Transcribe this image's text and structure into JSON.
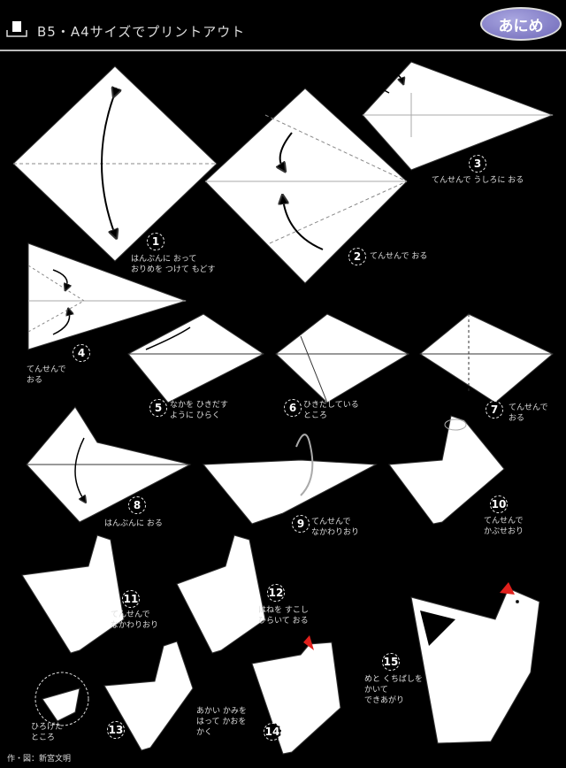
{
  "header": {
    "title": "B5・A4サイズでプリントアウト",
    "anime_button": "あにめ"
  },
  "steps": [
    {
      "n": "1",
      "caption": "はんぶんに おって\nおりめを つけて もどす"
    },
    {
      "n": "2",
      "caption": "てんせんで おる"
    },
    {
      "n": "3",
      "caption": "てんせんで うしろに おる"
    },
    {
      "n": "4",
      "caption": "てんせんで\nおる"
    },
    {
      "n": "5",
      "caption": "なかを ひきだす\nように ひらく"
    },
    {
      "n": "6",
      "caption": "ひきだしている\nところ"
    },
    {
      "n": "7",
      "caption": "てんせんで\nおる"
    },
    {
      "n": "8",
      "caption": "はんぶんに おる"
    },
    {
      "n": "9",
      "caption": "てんせんで\nなかわりおり"
    },
    {
      "n": "10",
      "caption": "てんせんで\nかぶせおり"
    },
    {
      "n": "11",
      "caption": "てんせんで\nなかわりおり"
    },
    {
      "n": "12",
      "caption": "はねを すこし\nひらいて おる"
    },
    {
      "n": "13",
      "caption": "ひろげた\nところ"
    },
    {
      "n": "14",
      "caption": "あかい かみを\nはって かおを\nかく"
    },
    {
      "n": "15",
      "caption": "めと くちばしを\nかいて\nできあがり"
    }
  ],
  "credit": "作・図：新宮文明",
  "colors": {
    "comb": "#e0201c",
    "paper": "#ffffff",
    "button": "#8a85cc"
  }
}
